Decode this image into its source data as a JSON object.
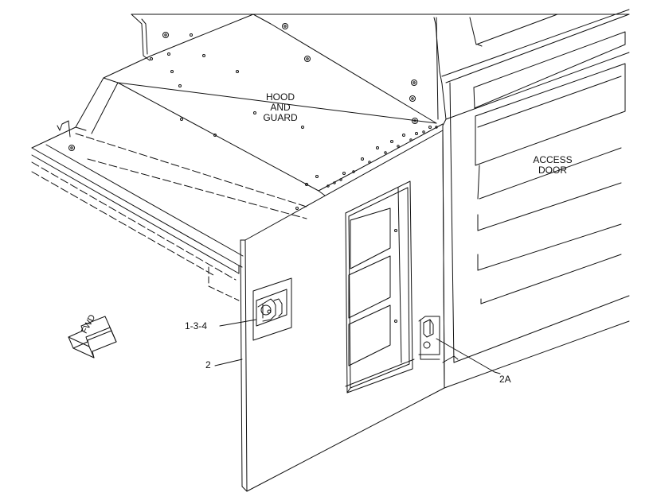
{
  "labels": {
    "hood_line1": "HOOD",
    "hood_line2": "AND",
    "hood_line3": "GUARD",
    "access_line1": "ACCESS",
    "access_line2": "DOOR",
    "callout_134": "1-3-4",
    "callout_2": "2",
    "callout_2a": "2A",
    "fwd": "FWD"
  },
  "colors": {
    "line": "#111111",
    "background": "#ffffff"
  }
}
